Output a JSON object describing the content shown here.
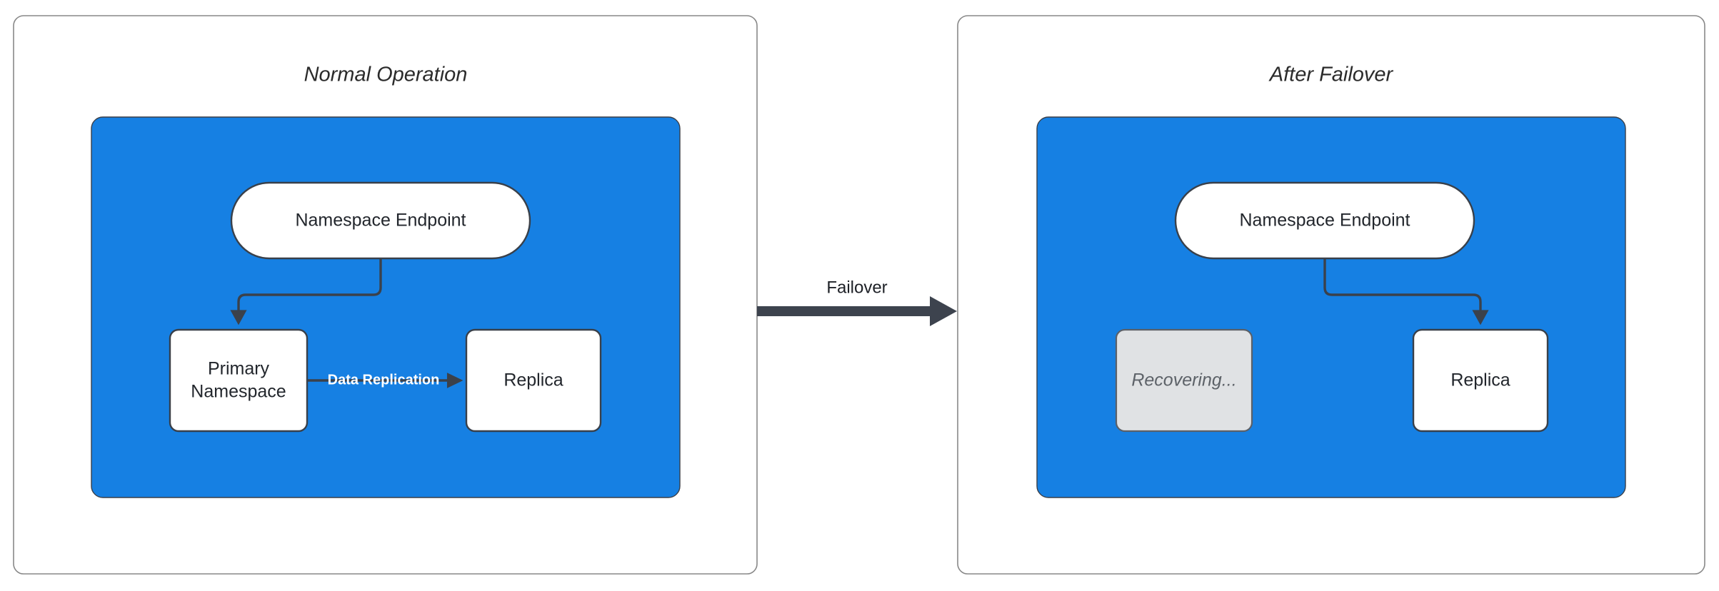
{
  "diagram": {
    "kind": "failover-architecture-diagram",
    "colors": {
      "region_blue": "#1680E3",
      "node_fill": "#ffffff",
      "node_stroke": "#39404a",
      "muted_fill": "#e0e2e4",
      "muted_text": "#5d6268",
      "arrow": "#3b414b",
      "panel_border": "#888888",
      "page_background": "#ffffff",
      "replication_label": "#ffffff"
    },
    "panels": [
      {
        "id": "normal-operation",
        "title": "Normal Operation",
        "nodes": [
          {
            "id": "endpoint-left",
            "label": "Namespace Endpoint",
            "shape": "pill",
            "state": "active"
          },
          {
            "id": "primary-namespace",
            "label": "Primary\nNamespace",
            "line1": "Primary",
            "line2": "Namespace",
            "shape": "rounded-rect",
            "state": "active"
          },
          {
            "id": "replica-left",
            "label": "Replica",
            "shape": "rounded-rect",
            "state": "active"
          }
        ],
        "edges": [
          {
            "id": "endpoint-to-primary",
            "from": "endpoint-left",
            "to": "primary-namespace",
            "label": ""
          },
          {
            "id": "primary-to-replica",
            "from": "primary-namespace",
            "to": "replica-left",
            "label": "Data Replication"
          }
        ]
      },
      {
        "id": "after-failover",
        "title": "After Failover",
        "nodes": [
          {
            "id": "endpoint-right",
            "label": "Namespace Endpoint",
            "shape": "pill",
            "state": "active"
          },
          {
            "id": "recovering",
            "label": "Recovering...",
            "shape": "rounded-rect",
            "state": "recovering"
          },
          {
            "id": "replica-right",
            "label": "Replica",
            "shape": "rounded-rect",
            "state": "active"
          }
        ],
        "edges": [
          {
            "id": "endpoint-to-replica",
            "from": "endpoint-right",
            "to": "replica-right",
            "label": ""
          }
        ]
      }
    ],
    "transition": {
      "id": "failover-transition",
      "label": "Failover",
      "from_panel": "normal-operation",
      "to_panel": "after-failover",
      "direction": "left-to-right"
    }
  }
}
